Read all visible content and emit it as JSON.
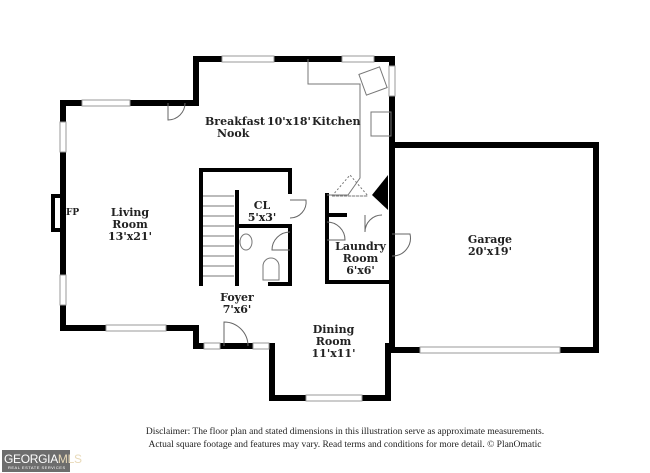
{
  "rooms": {
    "breakfast": {
      "name": "Breakfast",
      "name2": "Nook"
    },
    "kitchen": {
      "dims": "10'x18'",
      "name": "Kitchen"
    },
    "living": {
      "name": "Living",
      "name2": "Room",
      "dims": "13'x21'"
    },
    "fireplace": {
      "label": "FP"
    },
    "closet": {
      "name": "CL",
      "dims": "5'x3'"
    },
    "laundry": {
      "name": "Laundry",
      "name2": "Room",
      "dims": "6'x6'"
    },
    "garage": {
      "name": "Garage",
      "dims": "20'x19'"
    },
    "foyer": {
      "name": "Foyer",
      "dims": "7'x6'"
    },
    "dining": {
      "name": "Dining",
      "name2": "Room",
      "dims": "11'x11'"
    }
  },
  "disclaimer": {
    "line1": "Disclaimer: The floor plan and stated dimensions in this illustration serve as approximate measurements.",
    "line2": "Actual square footage and features may vary. Read terms and conditions for more detail. © PlanOmatic"
  },
  "logo": {
    "text_a": "GEORGIA",
    "text_b": "MLS",
    "sub": "REAL ESTATE SERVICES"
  },
  "colors": {
    "wall": "#000000",
    "window": "#999999"
  }
}
